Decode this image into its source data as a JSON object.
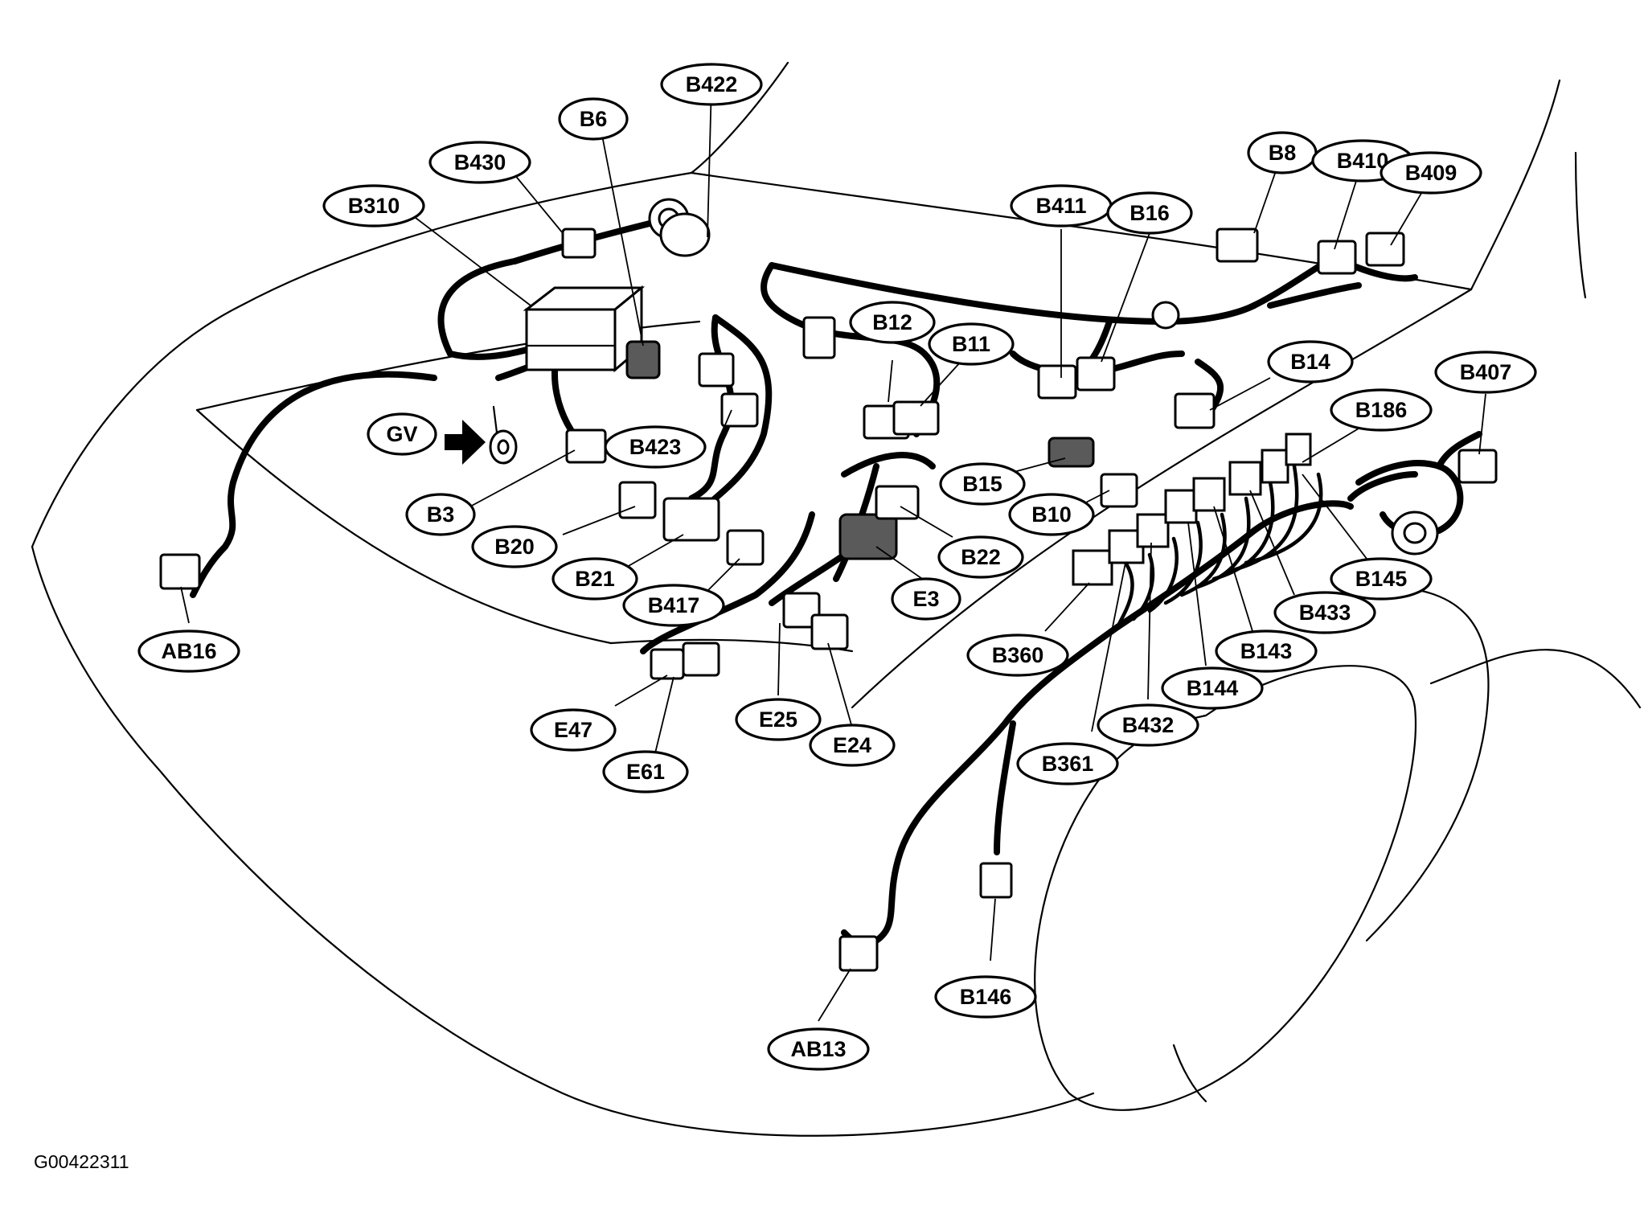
{
  "figure_id": "G00422311",
  "callouts": [
    {
      "id": "B422",
      "label": "B422"
    },
    {
      "id": "B6",
      "label": "B6"
    },
    {
      "id": "B430",
      "label": "B430"
    },
    {
      "id": "B310",
      "label": "B310"
    },
    {
      "id": "B8",
      "label": "B8"
    },
    {
      "id": "B410",
      "label": "B410"
    },
    {
      "id": "B409",
      "label": "B409"
    },
    {
      "id": "B411",
      "label": "B411"
    },
    {
      "id": "B16",
      "label": "B16"
    },
    {
      "id": "B12",
      "label": "B12"
    },
    {
      "id": "B11",
      "label": "B11"
    },
    {
      "id": "B14",
      "label": "B14"
    },
    {
      "id": "B407",
      "label": "B407"
    },
    {
      "id": "B186",
      "label": "B186"
    },
    {
      "id": "GV",
      "label": "GV"
    },
    {
      "id": "B423",
      "label": "B423"
    },
    {
      "id": "B3",
      "label": "B3"
    },
    {
      "id": "B15",
      "label": "B15"
    },
    {
      "id": "B10",
      "label": "B10"
    },
    {
      "id": "B20",
      "label": "B20"
    },
    {
      "id": "B22",
      "label": "B22"
    },
    {
      "id": "B21",
      "label": "B21"
    },
    {
      "id": "E3",
      "label": "E3"
    },
    {
      "id": "B417",
      "label": "B417"
    },
    {
      "id": "AB16",
      "label": "AB16"
    },
    {
      "id": "B145",
      "label": "B145"
    },
    {
      "id": "B433",
      "label": "B433"
    },
    {
      "id": "B360",
      "label": "B360"
    },
    {
      "id": "B143",
      "label": "B143"
    },
    {
      "id": "B144",
      "label": "B144"
    },
    {
      "id": "E47",
      "label": "E47"
    },
    {
      "id": "E25",
      "label": "E25"
    },
    {
      "id": "B432",
      "label": "B432"
    },
    {
      "id": "E24",
      "label": "E24"
    },
    {
      "id": "B361",
      "label": "B361"
    },
    {
      "id": "E61",
      "label": "E61"
    },
    {
      "id": "B146",
      "label": "B146"
    },
    {
      "id": "AB13",
      "label": "AB13"
    }
  ]
}
